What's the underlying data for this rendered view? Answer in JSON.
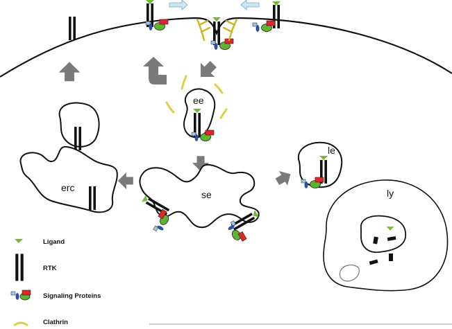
{
  "labels": {
    "ee": "ee",
    "se": "se",
    "erc": "erc",
    "le": "le",
    "ly": "ly"
  },
  "legend": [
    {
      "icon": "ligand-icon",
      "label": "Ligand"
    },
    {
      "icon": "rtk-icon",
      "label": "RTK"
    },
    {
      "icon": "signaling-proteins-icon",
      "label": "Signaling Proteins"
    },
    {
      "icon": "clathrin-icon",
      "label": "Clathrin"
    }
  ],
  "colors": {
    "ligand": "#6dbb2f",
    "receptor": "#111111",
    "signal_green": "#5cb531",
    "signal_red": "#e0262b",
    "signal_blue": "#2c4fa3",
    "signal_light_blue": "#9cc6e4",
    "clathrin": "#e5d84a",
    "arrow": "#7a7a7a",
    "move_arrow": "#a8d4e8"
  }
}
